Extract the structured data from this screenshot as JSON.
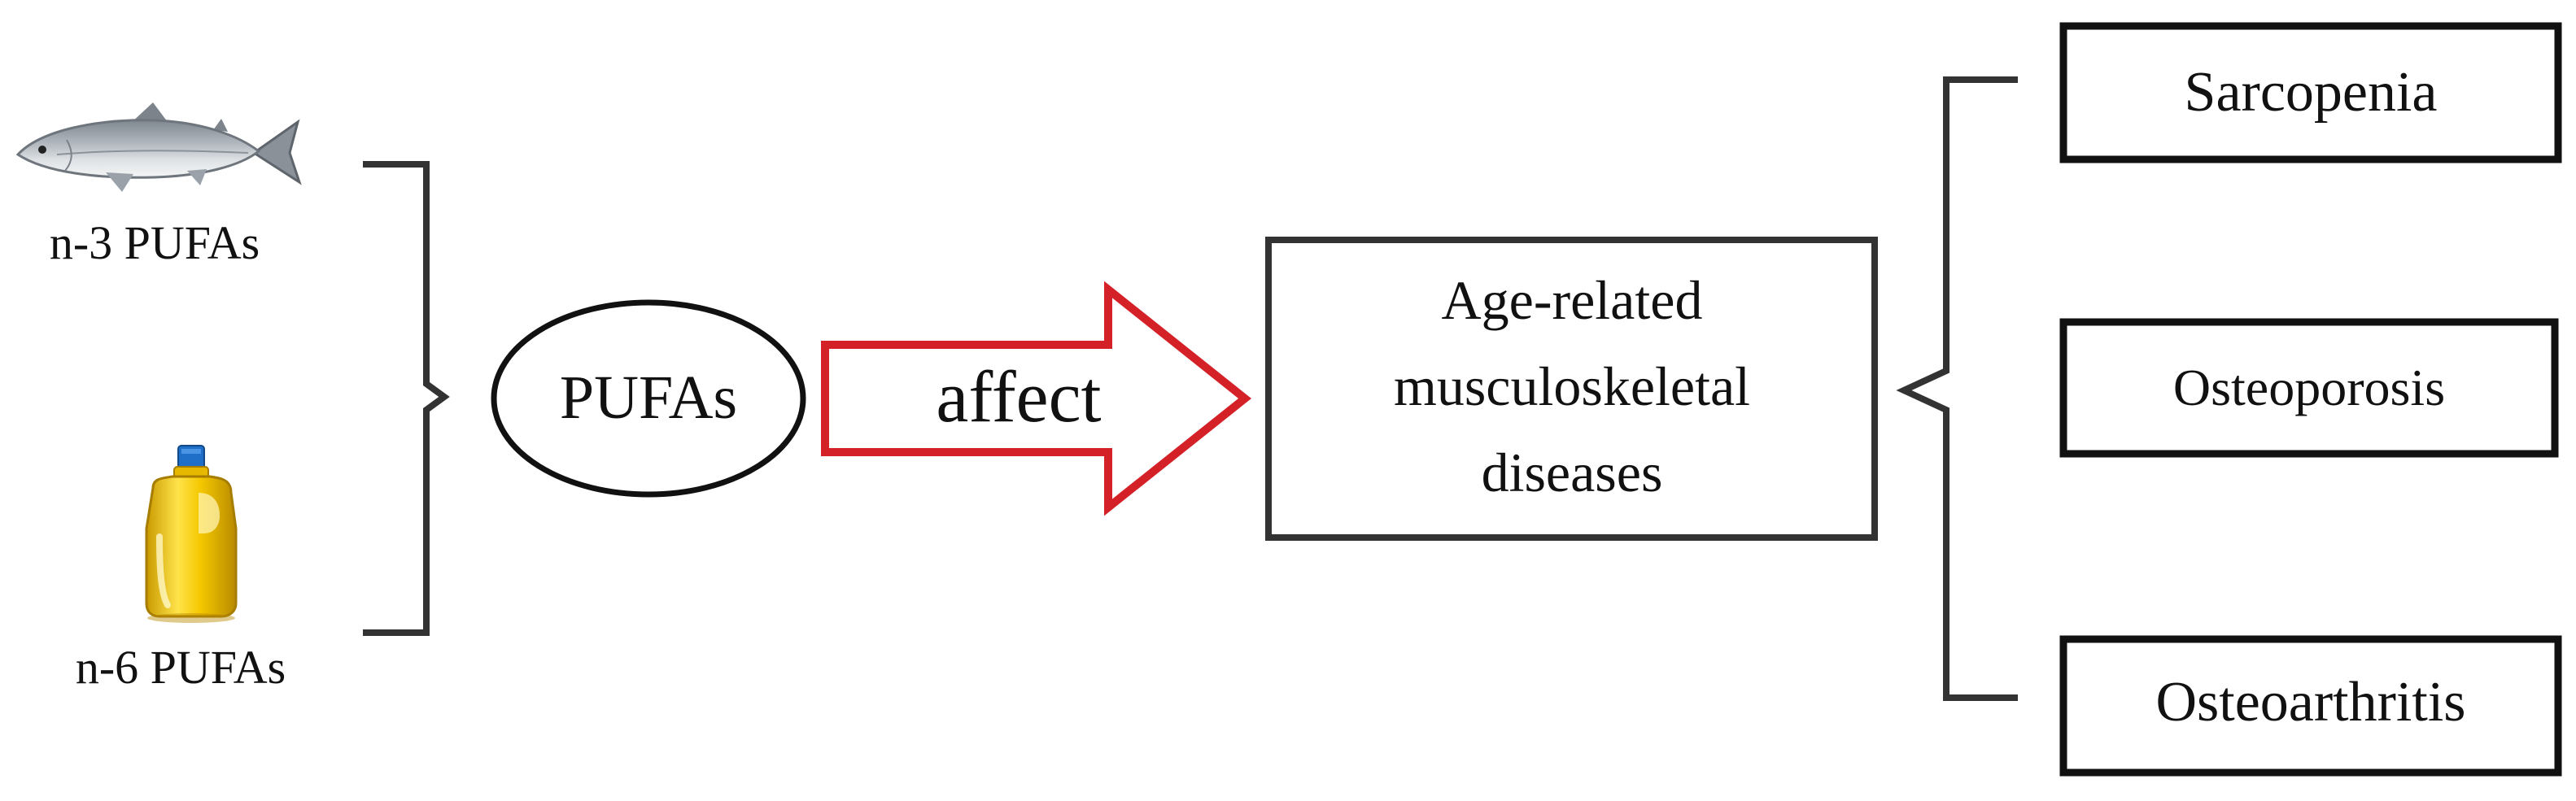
{
  "sources": {
    "n3_label": "n-3 PUFAs",
    "n6_label": "n-6 PUFAs",
    "n3_icon": "fish-icon",
    "n6_icon": "oil-bottle-icon"
  },
  "center": {
    "pufas_label": "PUFAs",
    "arrow_label": "affect"
  },
  "target": {
    "lines": [
      "Age-related",
      "musculoskeletal",
      "diseases"
    ]
  },
  "outcomes": [
    {
      "label": "Sarcopenia"
    },
    {
      "label": "Osteoporosis"
    },
    {
      "label": "Osteoarthritis"
    }
  ],
  "colors": {
    "arrow": "#d42027",
    "line": "#333333",
    "box_stroke": "#111111",
    "text": "#111111"
  }
}
